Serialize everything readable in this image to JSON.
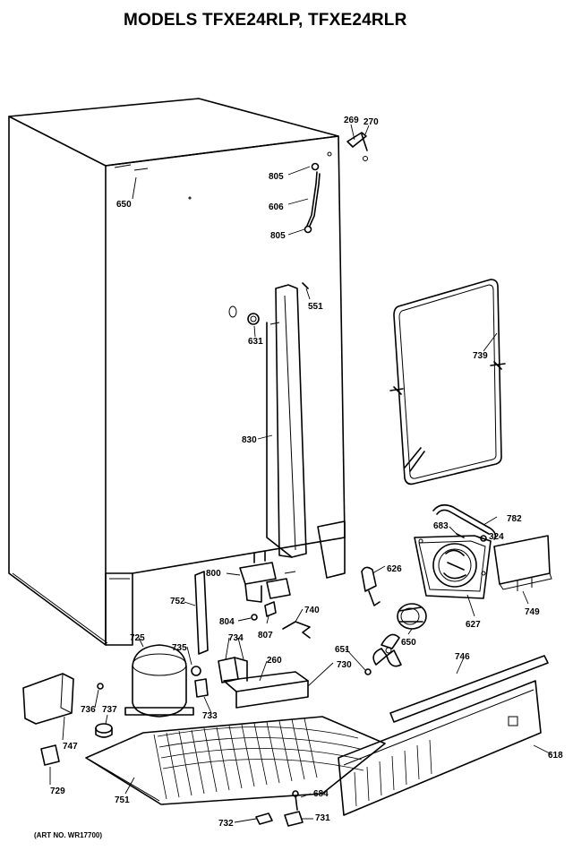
{
  "title": "MODELS TFXE24RLP, TFXE24RLR",
  "art_number": "(ART NO. WR17700)",
  "part_labels": [
    {
      "id": "p269",
      "text": "269"
    },
    {
      "id": "p270",
      "text": "270"
    },
    {
      "id": "p650a",
      "text": "650"
    },
    {
      "id": "p805a",
      "text": "805"
    },
    {
      "id": "p606",
      "text": "606"
    },
    {
      "id": "p805b",
      "text": "805"
    },
    {
      "id": "p551",
      "text": "551"
    },
    {
      "id": "p631",
      "text": "631"
    },
    {
      "id": "p739",
      "text": "739"
    },
    {
      "id": "p830",
      "text": "830"
    },
    {
      "id": "p683",
      "text": "683"
    },
    {
      "id": "p782",
      "text": "782"
    },
    {
      "id": "p324",
      "text": "324"
    },
    {
      "id": "p800",
      "text": "800"
    },
    {
      "id": "p626",
      "text": "626"
    },
    {
      "id": "p752",
      "text": "752"
    },
    {
      "id": "p749",
      "text": "749"
    },
    {
      "id": "p740",
      "text": "740"
    },
    {
      "id": "p804",
      "text": "804"
    },
    {
      "id": "p627",
      "text": "627"
    },
    {
      "id": "p807",
      "text": "807"
    },
    {
      "id": "p725",
      "text": "725"
    },
    {
      "id": "p735",
      "text": "735"
    },
    {
      "id": "p734",
      "text": "734"
    },
    {
      "id": "p650b",
      "text": "650"
    },
    {
      "id": "p651",
      "text": "651"
    },
    {
      "id": "p746",
      "text": "746"
    },
    {
      "id": "p260",
      "text": "260"
    },
    {
      "id": "p730",
      "text": "730"
    },
    {
      "id": "p736",
      "text": "736"
    },
    {
      "id": "p737",
      "text": "737"
    },
    {
      "id": "p733",
      "text": "733"
    },
    {
      "id": "p747",
      "text": "747"
    },
    {
      "id": "p618",
      "text": "618"
    },
    {
      "id": "p729",
      "text": "729"
    },
    {
      "id": "p751",
      "text": "751"
    },
    {
      "id": "p684",
      "text": "684"
    },
    {
      "id": "p732",
      "text": "732"
    },
    {
      "id": "p731",
      "text": "731"
    }
  ]
}
